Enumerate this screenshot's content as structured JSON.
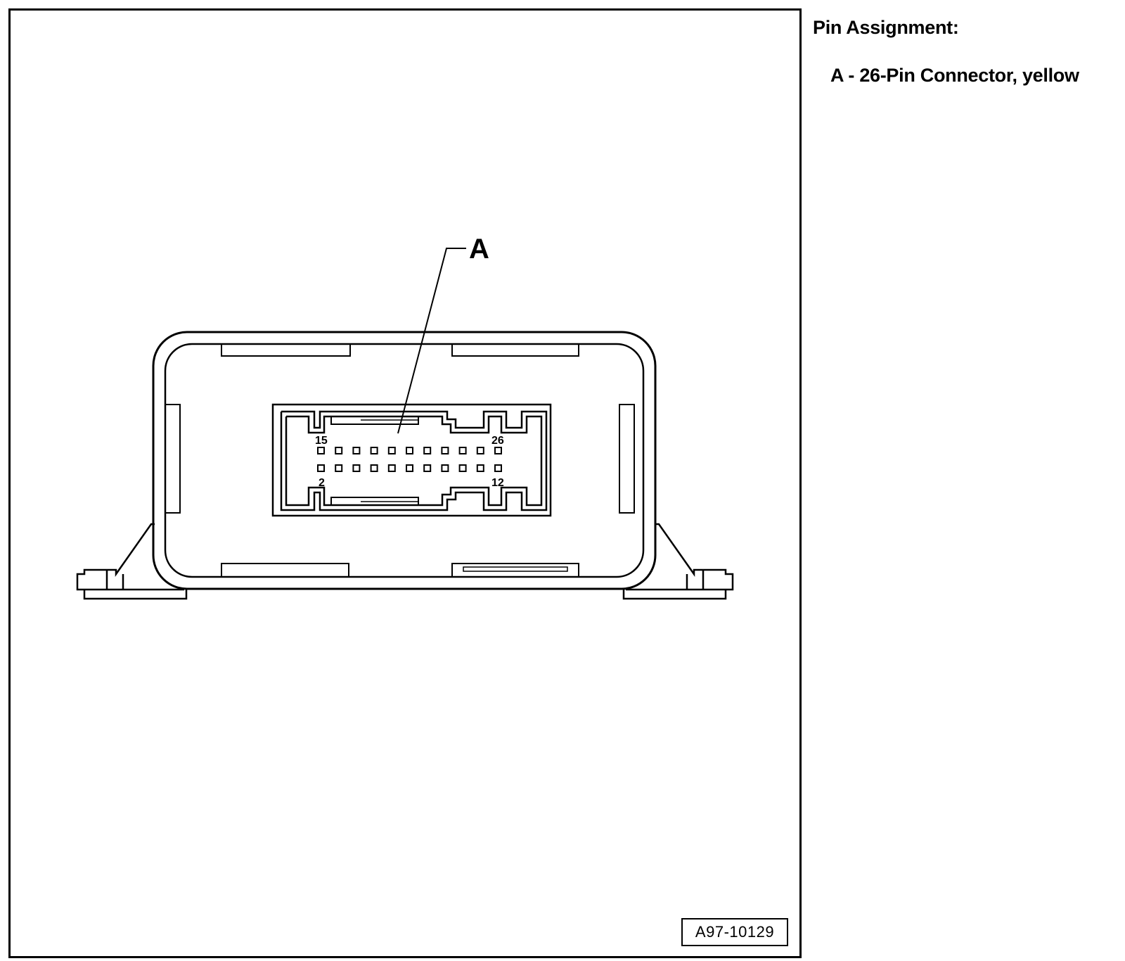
{
  "legend": {
    "heading": "Pin Assignment:",
    "items": [
      {
        "letter": "A",
        "separator": " - ",
        "description": "26-Pin Connector, yellow"
      }
    ]
  },
  "figure": {
    "id": "A97-10129",
    "callout": "A",
    "pin_labels": {
      "top_left": "15",
      "top_right": "26",
      "bottom_left": "2",
      "bottom_right": "12"
    },
    "pins_per_row": 11,
    "rows": 2
  }
}
